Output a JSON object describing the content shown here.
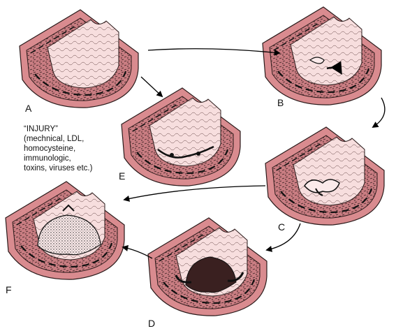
{
  "figure": {
    "panel_labels": {
      "a": "A",
      "b": "B",
      "c": "C",
      "d": "D",
      "e": "E",
      "f": "F"
    },
    "injury_note": {
      "line1": "“INJURY”",
      "line2": "(mechnical, LDL,",
      "line3": "homocysteine,",
      "line4": "immunologic,",
      "line5": "toxins, viruses etc.)"
    },
    "colors": {
      "vessel_wall": "#d98b8f",
      "vessel_outline": "#2a1a1a",
      "lumen": "#f7dede",
      "media_texture": "#3b2424",
      "lesion": "#1a1010",
      "arrow": "#000000"
    },
    "flow": [
      "A→B",
      "A→E",
      "B→C",
      "C→F",
      "C→D",
      "D→F"
    ]
  }
}
